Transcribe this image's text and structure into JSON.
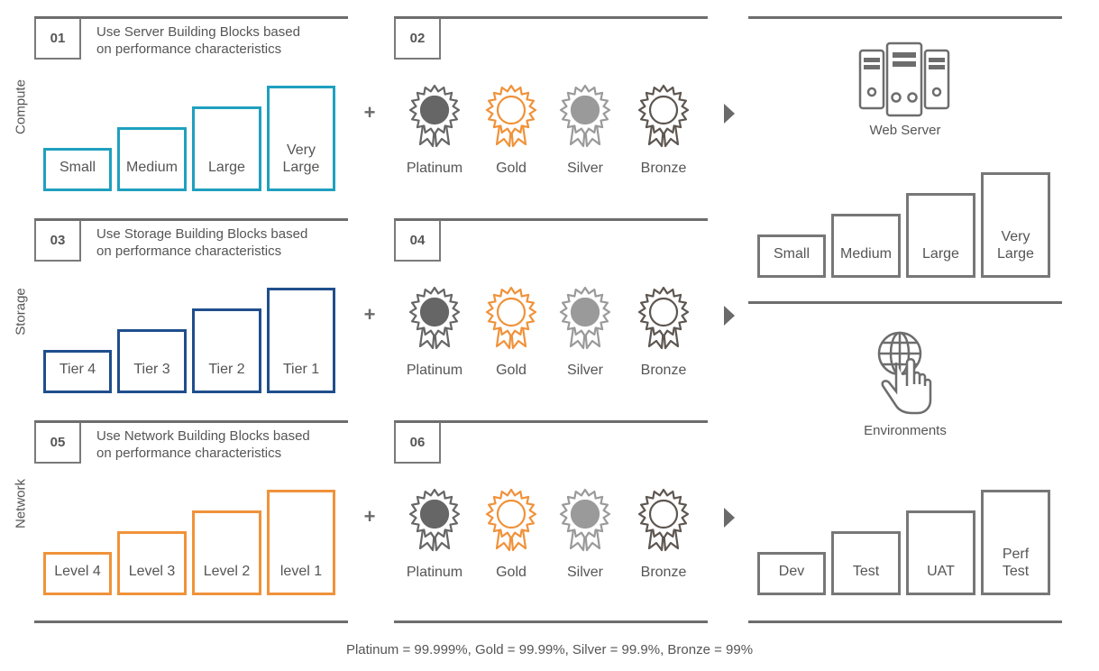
{
  "rows": [
    {
      "label": "Compute",
      "step_a": {
        "num": "01",
        "text": "Use Server Building Blocks based\non performance characteristics"
      },
      "step_b": {
        "num": "02"
      },
      "blocks": [
        "Small",
        "Medium",
        "Large",
        "Very\nLarge"
      ]
    },
    {
      "label": "Storage",
      "step_a": {
        "num": "03",
        "text": "Use Storage Building Blocks based\non performance characteristics"
      },
      "step_b": {
        "num": "04"
      },
      "blocks": [
        "Tier 4",
        "Tier 3",
        "Tier 2",
        "Tier 1"
      ]
    },
    {
      "label": "Network",
      "step_a": {
        "num": "05",
        "text": "Use Network Building Blocks based\non performance characteristics"
      },
      "step_b": {
        "num": "06"
      },
      "blocks": [
        "Level 4",
        "Level 3",
        "Level 2",
        "level 1"
      ]
    }
  ],
  "operator": "+",
  "medals": [
    "Platinum",
    "Gold",
    "Silver",
    "Bronze"
  ],
  "right": {
    "web_server": {
      "caption": "Web Server",
      "blocks": [
        "Small",
        "Medium",
        "Large",
        "Very\nLarge"
      ]
    },
    "environments": {
      "caption": "Environments",
      "blocks": [
        "Dev",
        "Test",
        "UAT",
        "Perf\nTest"
      ]
    }
  },
  "footer": "Platinum = 99.999%, Gold = 99.99%, Silver = 99.9%, Bronze = 99%",
  "colors": {
    "compute": "#1fa0bf",
    "storage": "#1f4e8c",
    "network": "#f0923a",
    "platinum": "#666666",
    "gold": "#f0923a",
    "silver": "#9a9a9a",
    "bronze": "#5e5650",
    "grey": "#777777"
  },
  "icons": [
    "server-icon",
    "globe-hand-icon",
    "medal-icon",
    "arrow-right-icon",
    "plus-icon"
  ]
}
